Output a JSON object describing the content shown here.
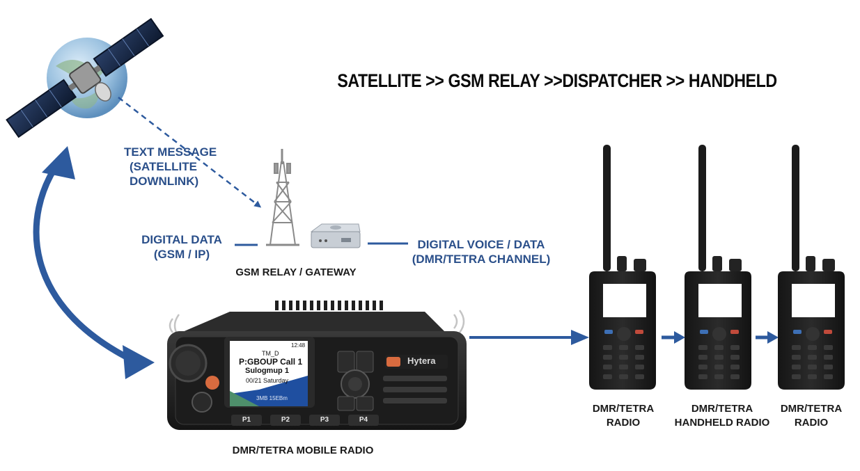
{
  "title": "SATELLITE >> GSM RELAY >>DISPATCHER >> HANDHELD",
  "labels": {
    "text_message": [
      "TEXT MESSAGE",
      "(SATELLITE",
      "DOWNLINK)"
    ],
    "digital_data": [
      "DIGITAL DATA",
      "(GSM / IP)"
    ],
    "gsm_relay": "GSM RELAY / GATEWAY",
    "digital_voice": [
      "DIGITAL VOICE / DATA",
      "(DMR/TETRA CHANNEL)"
    ],
    "mobile_radio": "DMR/TETRA MOBILE RADIO",
    "radio_left": [
      "DMR/TETRA",
      "RADIO"
    ],
    "radio_mid": [
      "DMR/TETRA",
      "HANDHELD RADIO"
    ],
    "radio_right": [
      "DMR/TETRA",
      "RADIO"
    ]
  },
  "mobile_screen": {
    "time": "12:48",
    "line1": "TM_D",
    "line2": "P:GBOUP Call 1",
    "line3": "Sulogmup 1",
    "line4": "00/21 Saturday",
    "line5": "3MB 15EBm"
  },
  "brand": "Hytera",
  "function_keys": [
    "P1",
    "P2",
    "P3",
    "P4"
  ],
  "colors": {
    "accent_blue": "#2d5a9e",
    "label_blue": "#2a4f8a",
    "device_black": "#1b1b1b"
  },
  "icons": [
    "satellite-icon",
    "globe-icon",
    "cell-tower-icon",
    "gateway-icon",
    "mobile-radio-icon",
    "handheld-radio-icon",
    "signal-waves-icon"
  ]
}
